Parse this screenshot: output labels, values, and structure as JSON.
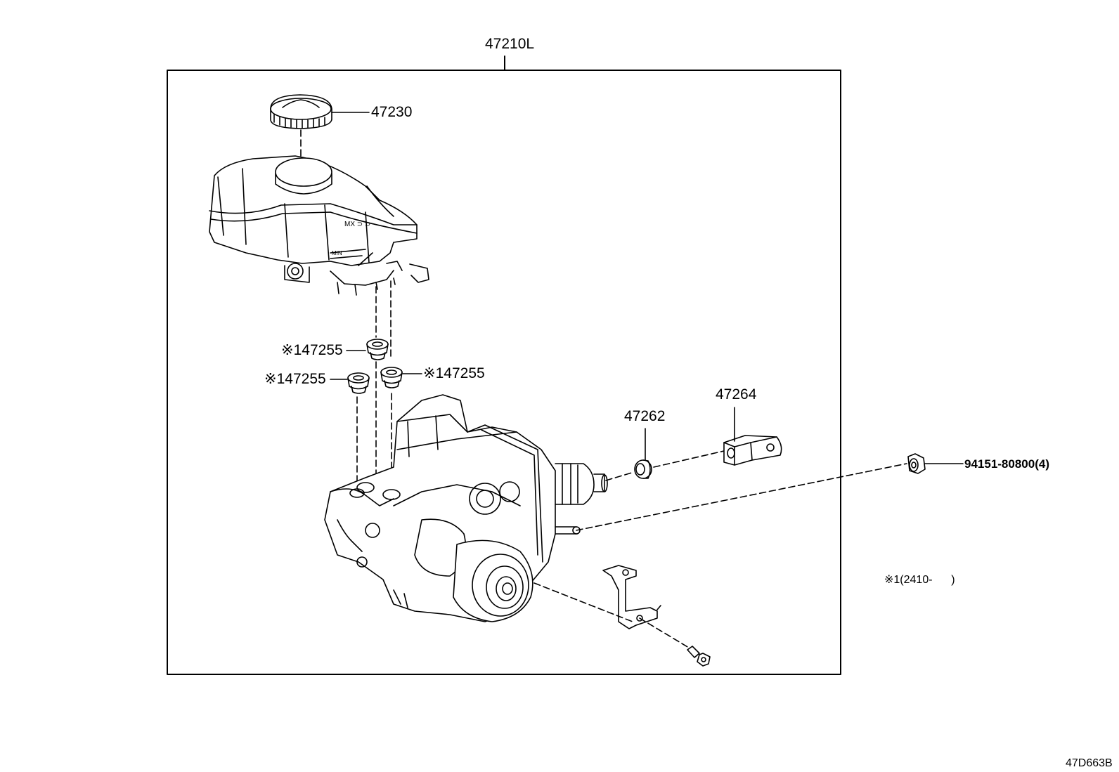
{
  "diagram": {
    "assembly_label": "47210L",
    "parts": {
      "reservoir_cap": "47230",
      "grommet_1": "※147255",
      "grommet_2": "※147255",
      "grommet_3": "※147255",
      "bushing": "47262",
      "clevis": "47264",
      "nut": "94151-80800(4)"
    },
    "note": "※1(2410-      )",
    "figure_code": "47D663B"
  }
}
